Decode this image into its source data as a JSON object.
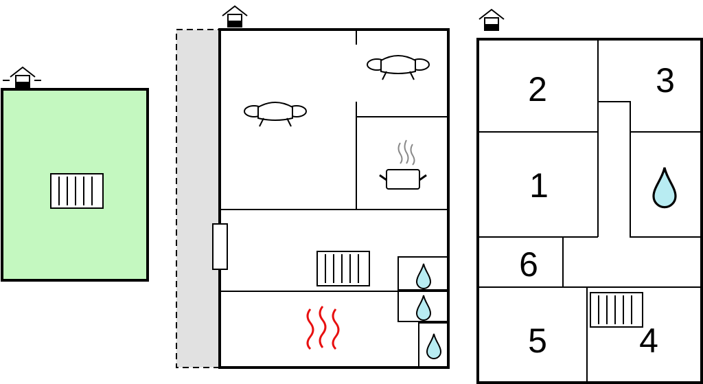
{
  "colors": {
    "garden": "#c4f8c0",
    "terrace": "#e1e1e1",
    "water": "#b8ecf2",
    "heat": "#e81010",
    "wall": "#000000"
  },
  "plans": [
    {
      "name": "outdoor",
      "icons": [
        "house-entrance-icon",
        "radiator-icon"
      ]
    },
    {
      "name": "ground-floor",
      "icons": [
        "house-entrance-icon",
        "sofa-icon",
        "sofa-icon",
        "cooking-pot-icon",
        "radiator-icon",
        "sauna-heat-icon",
        "water-drop-icon",
        "water-drop-icon",
        "water-drop-icon"
      ]
    },
    {
      "name": "upper-floor",
      "icons": [
        "house-entrance-icon",
        "water-drop-icon",
        "radiator-icon"
      ]
    }
  ],
  "rooms": {
    "r1": "1",
    "r2": "2",
    "r3": "3",
    "r4": "4",
    "r5": "5",
    "r6": "6"
  }
}
